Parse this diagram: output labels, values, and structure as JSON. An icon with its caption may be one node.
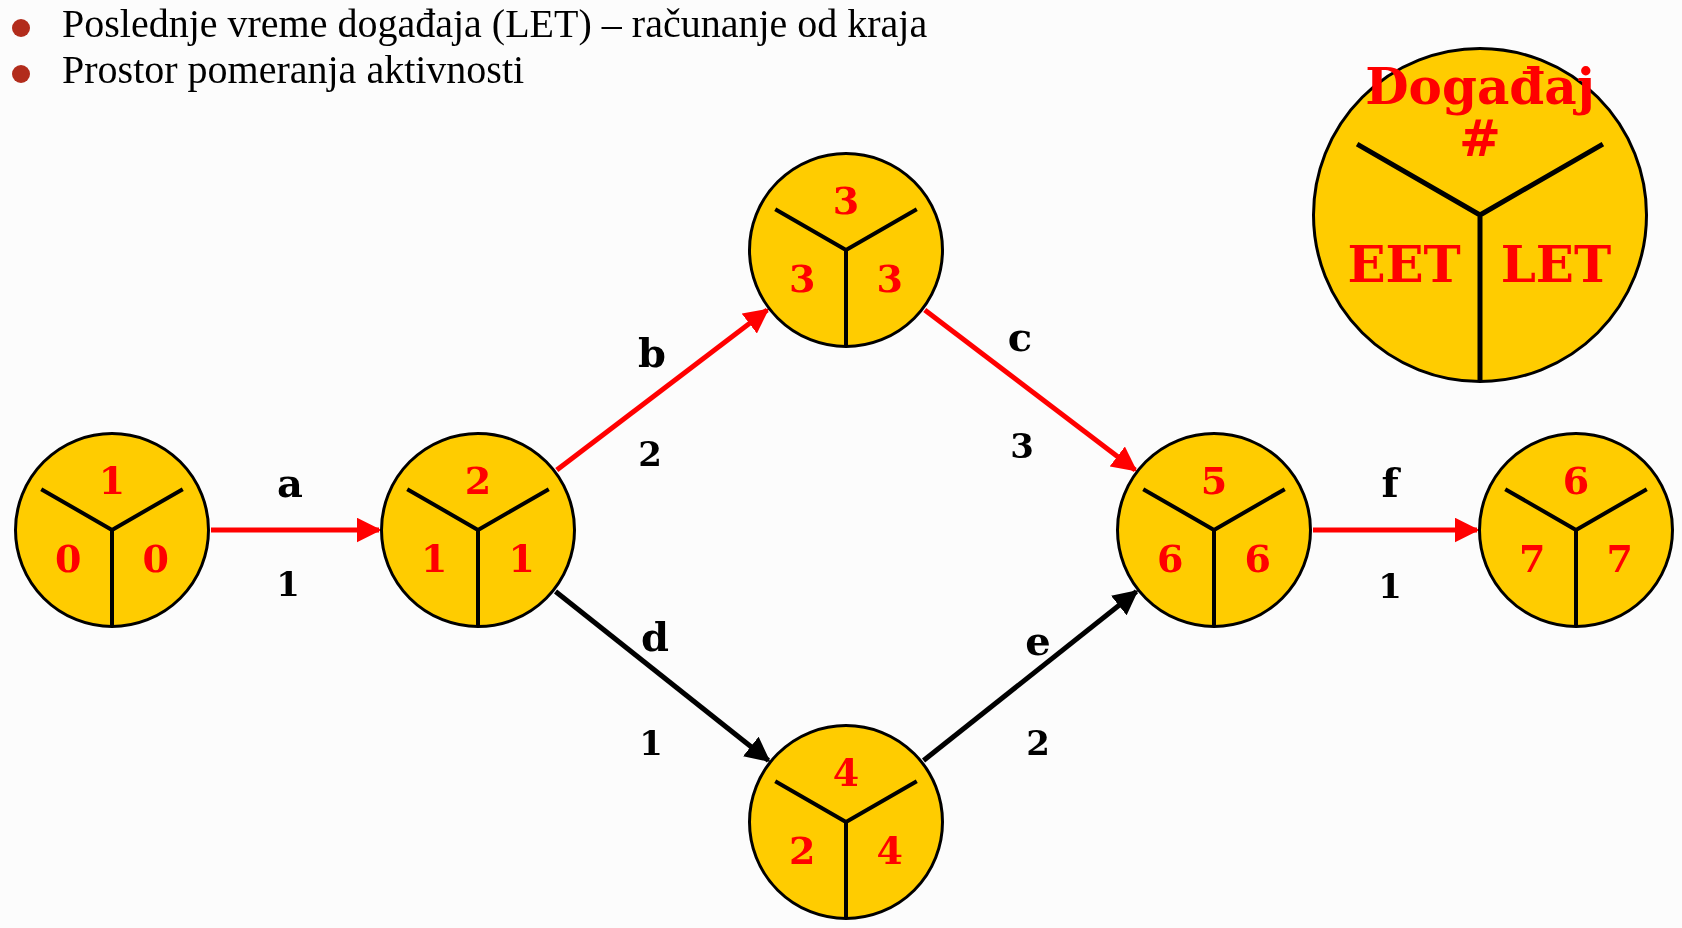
{
  "diagram": {
    "nodes": [
      {
        "text": [
          "1",
          "0",
          "0"
        ]
      },
      {
        "text": [
          "2",
          "1",
          "1"
        ]
      },
      {
        "text": [
          "3",
          "3",
          "3"
        ]
      },
      {
        "text": [
          "4",
          "2",
          "4"
        ]
      },
      {
        "text": [
          "5",
          "6",
          "6"
        ]
      },
      {
        "text": [
          "6",
          "7",
          "7"
        ]
      },
      {
        "text": [
          "Događaj #",
          "EET",
          "LET"
        ]
      }
    ],
    "edges": [
      {
        "from": 0,
        "to": 1,
        "arrow": "to",
        "label": "a"
      },
      {
        "from": 1,
        "to": 2,
        "arrow": "to",
        "label": "b"
      },
      {
        "from": 2,
        "to": 4,
        "arrow": "to",
        "label": "c"
      },
      {
        "from": 1,
        "to": 3,
        "arrow": "to",
        "label": "d",
        "color": "#000000"
      },
      {
        "from": 3,
        "to": 4,
        "arrow": "to",
        "label": "e",
        "color": "#000000"
      },
      {
        "from": 4,
        "to": 5,
        "arrow": "to",
        "label": "f"
      }
    ],
    "labels": [
      "Poslednje vreme događaja (LET) – računanje od kraja",
      "Prostor pomeranja aktivnosti",
      "1",
      "2",
      "3",
      "1",
      "2",
      "1"
    ]
  }
}
